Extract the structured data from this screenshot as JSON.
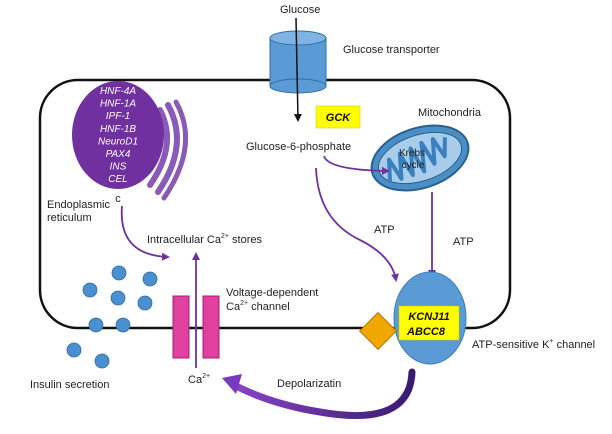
{
  "labels": {
    "glucose": "Glucose",
    "glucose_transporter": "Glucose transporter",
    "gck": "GCK",
    "mitochondria": "Mitochondria",
    "glucose_6_phosphate": "Glucose-6-phosphate",
    "krebs_line1": "Krebs",
    "krebs_line2": "cycle",
    "er_line1": "Endoplasmic",
    "er_line2": "reticulum",
    "intracellular_ca_pre": "Intracellular Ca",
    "intracellular_ca_sup": "2+",
    "intracellular_ca_post": " stores",
    "atp_left": "ATP",
    "atp_right": "ATP",
    "vdcc_line1": "Voltage-dependent",
    "vdcc_line2_pre": "Ca",
    "vdcc_line2_sup": "2+",
    "vdcc_line2_post": " channel",
    "kcnj11": "KCNJ11",
    "abcc8": "ABCC8",
    "katp_pre": "ATP-sensitive K",
    "katp_sup": "+",
    "katp_post": " channel",
    "insulin_secretion": "Insulin secretion",
    "ca_bottom_pre": "Ca",
    "ca_bottom_sup": "2+",
    "depolarization": "Depolarizatin"
  },
  "nucleus_genes": [
    "HNF-4A",
    "HNF-1A",
    "IPF-1",
    "HNF-1B",
    "NeuroD1",
    "PAX4",
    "INS",
    "CEL"
  ],
  "colors": {
    "nucleus": "#7030a0",
    "arrow": "#7030a0",
    "transporter": "#5b9bd5",
    "mitochondria": "#4a90c8",
    "k_channel": "#5b9bd5",
    "sur_box": "#f0a800",
    "ca_channel": "#e040a0",
    "granule": "#4a8fd0",
    "gene_box": "#ffff00",
    "cell_outline": "#111111"
  }
}
